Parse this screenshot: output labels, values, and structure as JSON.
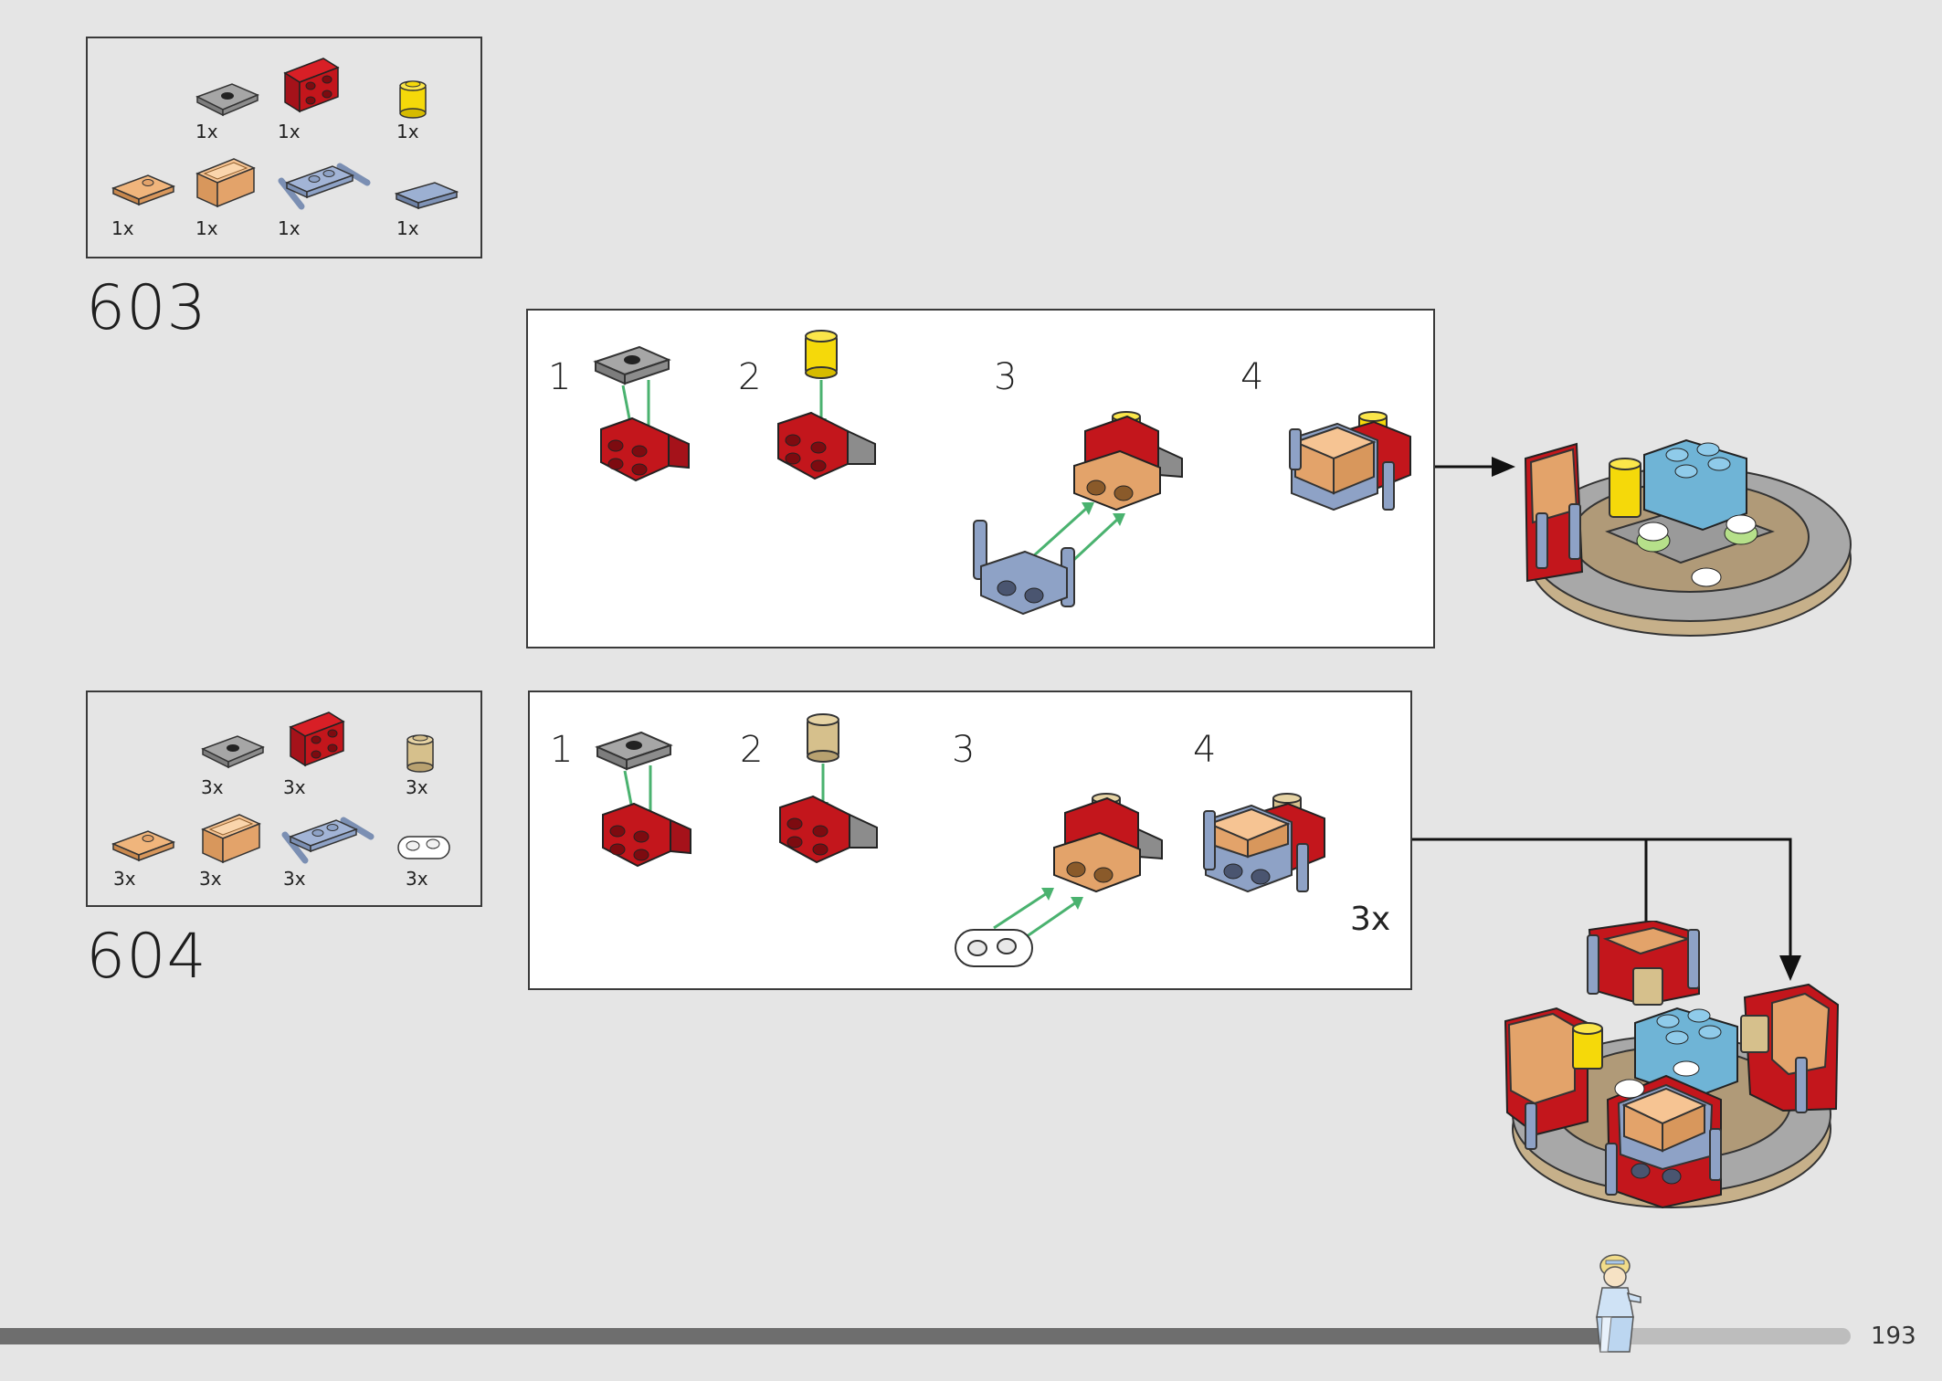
{
  "page_number": "193",
  "progress": 0.87,
  "colors": {
    "background": "#e5e5e5",
    "red": "#c3161c",
    "light_gray": "#a0a0a0",
    "yellow": "#f5d90a",
    "tan": "#e3a36a",
    "sand_blue": "#8ea2c6",
    "tan_brick": "#d6c08c",
    "arrow_green": "#4ab26f",
    "medium_azure": "#6fb4d6"
  },
  "steps": [
    {
      "number": "603",
      "parts": [
        {
          "name": "plate-1x2-jumper-gray",
          "qty": "1x"
        },
        {
          "name": "bracket-red",
          "qty": "1x"
        },
        {
          "name": "round-brick-yellow",
          "qty": "1x"
        },
        {
          "name": "plate-1x2-rail-tan",
          "qty": "1x"
        },
        {
          "name": "panel-tan",
          "qty": "1x"
        },
        {
          "name": "plate-with-bars-sand-blue",
          "qty": "1x"
        },
        {
          "name": "tile-1x2-sand-blue",
          "qty": "1x"
        }
      ],
      "substeps": [
        "1",
        "2",
        "3",
        "4"
      ],
      "multiplier": ""
    },
    {
      "number": "604",
      "parts": [
        {
          "name": "plate-1x2-jumper-gray",
          "qty": "3x"
        },
        {
          "name": "bracket-red",
          "qty": "3x"
        },
        {
          "name": "round-brick-tan",
          "qty": "3x"
        },
        {
          "name": "plate-1x2-rail-tan",
          "qty": "3x"
        },
        {
          "name": "panel-tan",
          "qty": "3x"
        },
        {
          "name": "plate-with-bars-sand-blue",
          "qty": "3x"
        },
        {
          "name": "plate-2x1-round-white",
          "qty": "3x"
        }
      ],
      "substeps": [
        "1",
        "2",
        "3",
        "4"
      ],
      "multiplier": "3x"
    }
  ]
}
